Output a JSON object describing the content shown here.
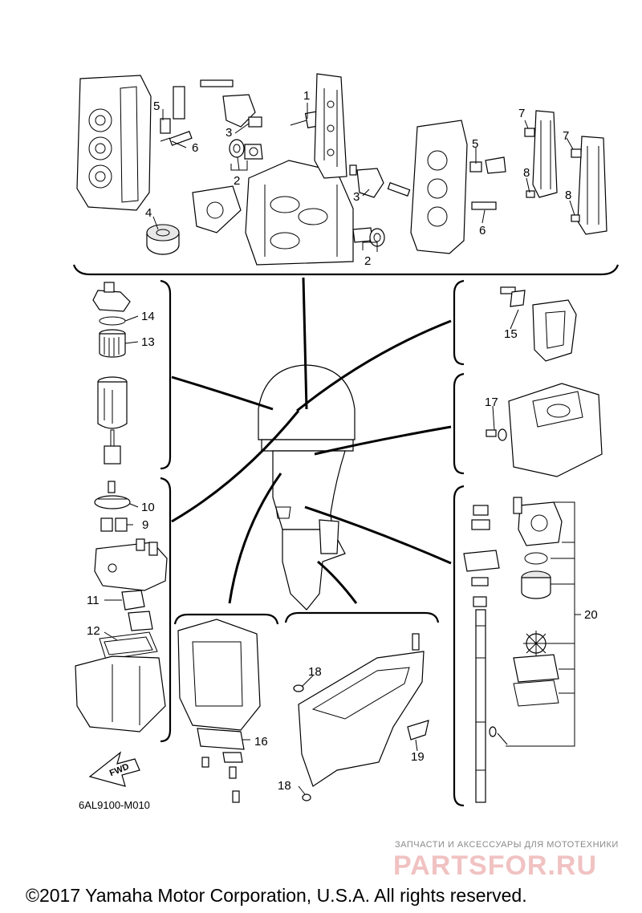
{
  "diagram": {
    "callouts": {
      "c1": "1",
      "c2a": "2",
      "c2b": "2",
      "c3a": "3",
      "c3b": "3",
      "c4": "4",
      "c5a": "5",
      "c5b": "5",
      "c6a": "6",
      "c6b": "6",
      "c7a": "7",
      "c7b": "7",
      "c8a": "8",
      "c8b": "8",
      "c9": "9",
      "c10": "10",
      "c11": "11",
      "c12": "12",
      "c13": "13",
      "c14": "14",
      "c15": "15",
      "c16": "16",
      "c17": "17",
      "c18a": "18",
      "c18b": "18",
      "c19": "19",
      "c20": "20"
    },
    "fwd_label": "FWD",
    "drawing_code": "6AL9100-M010"
  },
  "watermark": {
    "tagline": "ЗАПЧАСТИ И АКСЕССУАРЫ ДЛЯ МОТОТЕХНИКИ",
    "brand": "PARTSFOR.RU"
  },
  "footer": {
    "copyright": "©2017 Yamaha Motor Corporation, U.S.A. All rights reserved."
  },
  "colors": {
    "ink": "#000000",
    "watermark_brand": "#f1c2c2",
    "watermark_text": "#8a8a8a"
  }
}
